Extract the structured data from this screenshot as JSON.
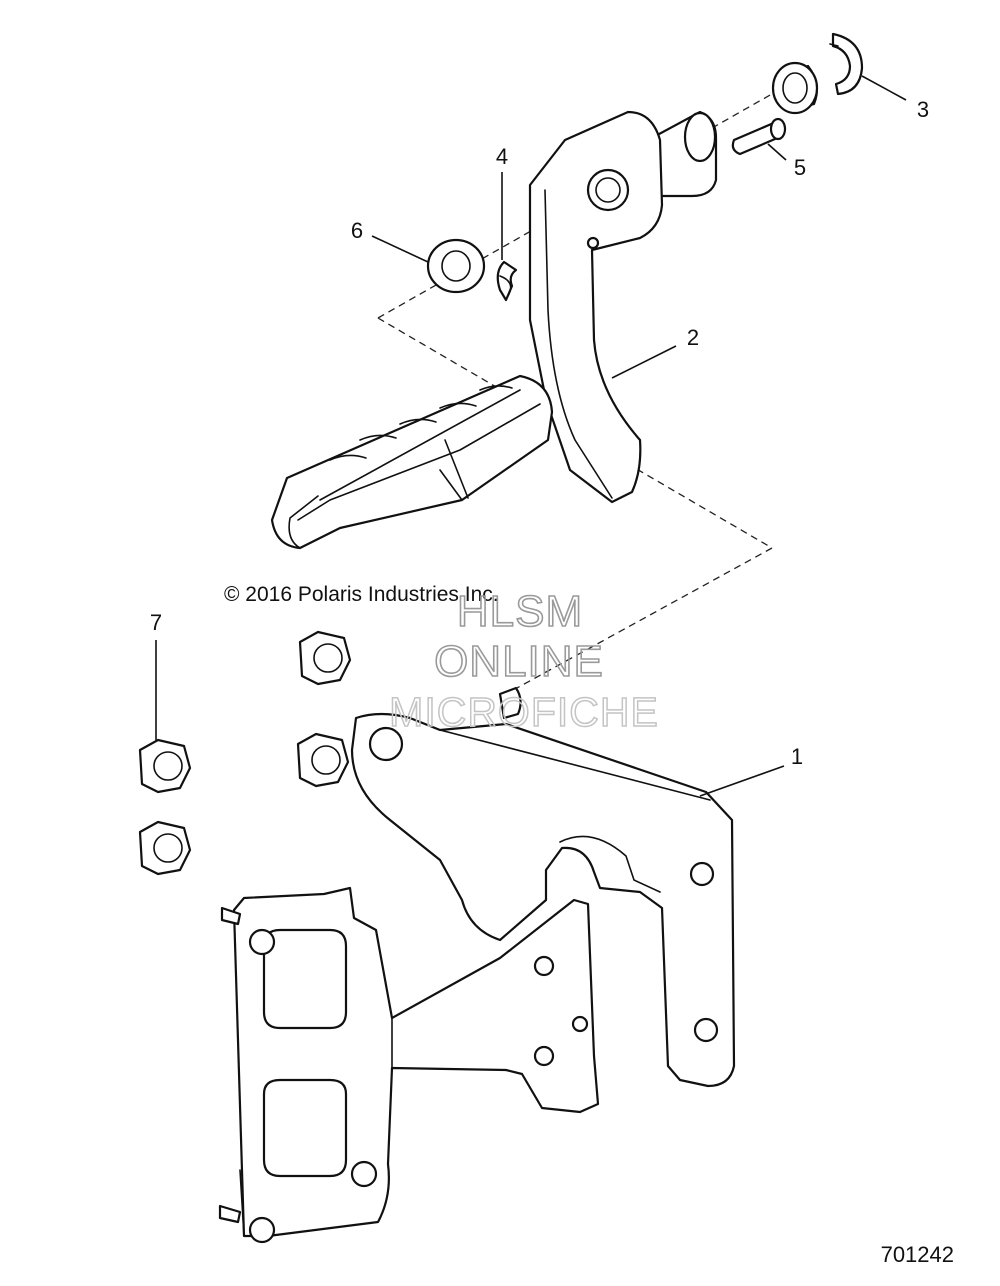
{
  "copyright": "© 2016 Polaris Industries Inc.",
  "watermark": {
    "line1": "HLSM",
    "line2": "ONLINE",
    "line3": "MICROFICHE"
  },
  "drawing_number": "701242",
  "callouts": [
    "1",
    "2",
    "3",
    "4",
    "5",
    "6",
    "7"
  ]
}
